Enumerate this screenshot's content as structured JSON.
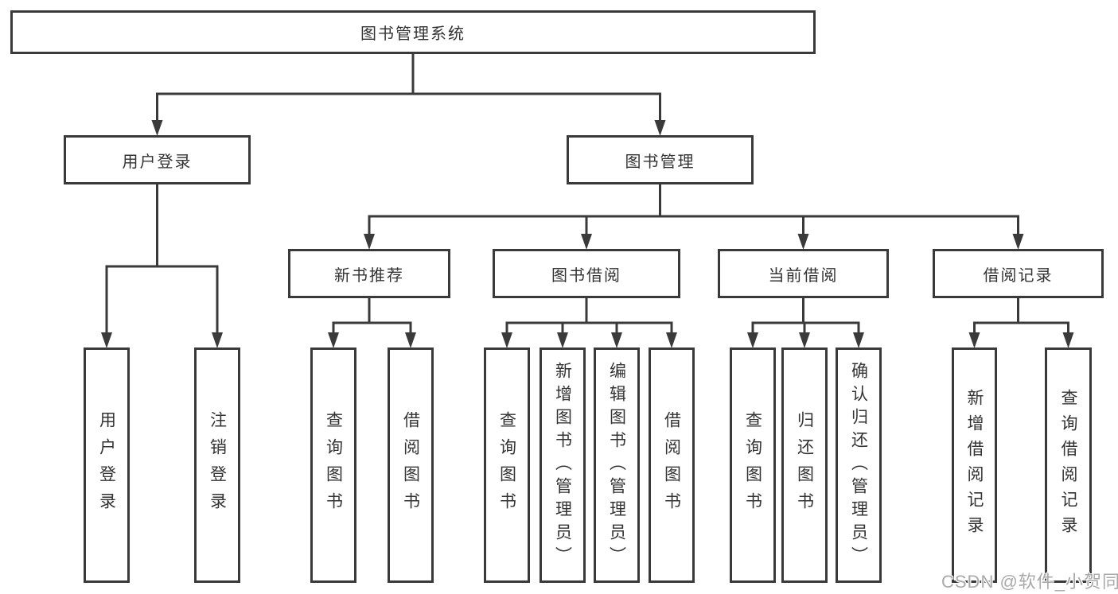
{
  "diagram": {
    "title": "图书管理系统",
    "tree": {
      "name": "library-management-system",
      "label": "图书管理系统",
      "children": [
        {
          "name": "user-login",
          "label": "用户登录",
          "children": [
            {
              "name": "user-login-action",
              "label": "用户登录"
            },
            {
              "name": "logout-action",
              "label": "注销登录"
            }
          ]
        },
        {
          "name": "book-management",
          "label": "图书管理",
          "children": [
            {
              "name": "new-book-recommendation",
              "label": "新书推荐",
              "children": [
                {
                  "name": "query-books",
                  "label": "查询图书"
                },
                {
                  "name": "borrow-books",
                  "label": "借阅图书"
                }
              ]
            },
            {
              "name": "book-borrowing",
              "label": "图书借阅",
              "children": [
                {
                  "name": "query-books",
                  "label": "查询图书"
                },
                {
                  "name": "add-book-admin",
                  "label": "新增图书（管理员）"
                },
                {
                  "name": "edit-book-admin",
                  "label": "编辑图书（管理员）"
                },
                {
                  "name": "borrow-books",
                  "label": "借阅图书"
                }
              ]
            },
            {
              "name": "current-borrowing",
              "label": "当前借阅",
              "children": [
                {
                  "name": "query-books",
                  "label": "查询图书"
                },
                {
                  "name": "return-books",
                  "label": "归还图书"
                },
                {
                  "name": "confirm-return-admin",
                  "label": "确认归还（管理员）"
                }
              ]
            },
            {
              "name": "borrowing-records",
              "label": "借阅记录",
              "children": [
                {
                  "name": "add-borrow-record",
                  "label": "新增借阅记录"
                },
                {
                  "name": "query-borrow-record",
                  "label": "查询借阅记录"
                }
              ]
            }
          ]
        }
      ]
    }
  },
  "watermark": {
    "text": "CSDN @软件_小贺同学"
  },
  "colors": {
    "line": "#3a3a3a",
    "box_border": "#3a3a3a",
    "text": "#333333",
    "watermark": "#a9a9a9",
    "background": "#ffffff"
  }
}
